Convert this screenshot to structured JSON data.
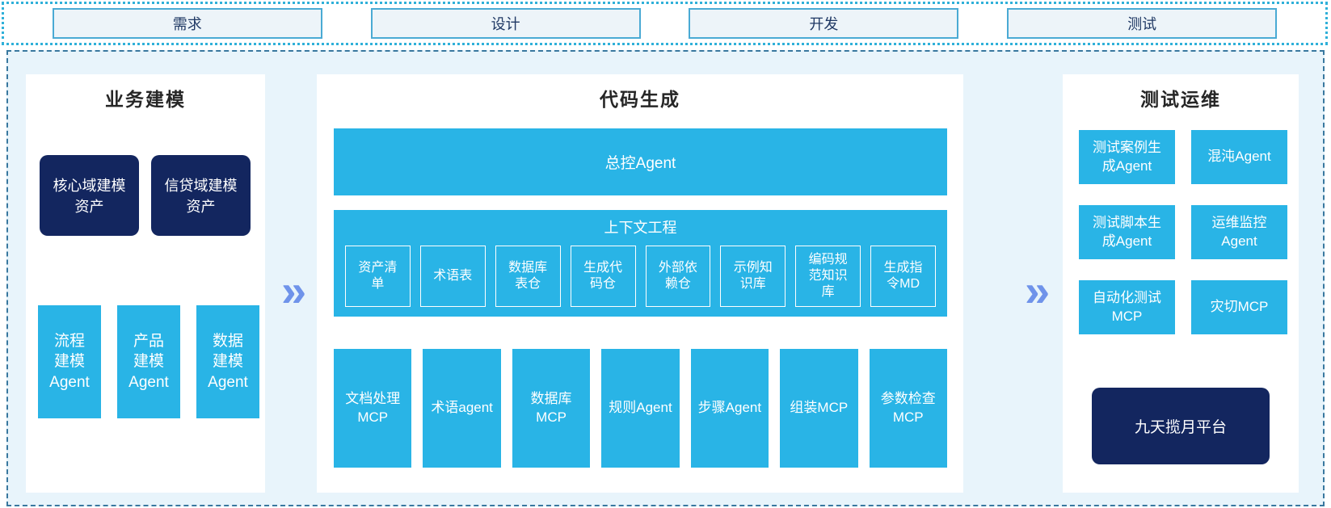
{
  "phases": [
    {
      "label": "需求"
    },
    {
      "label": "设计"
    },
    {
      "label": "开发"
    },
    {
      "label": "测试"
    }
  ],
  "sections": {
    "business_modeling": {
      "title": "业务建模",
      "asset_boxes": [
        {
          "label": "核心域建模\n资产"
        },
        {
          "label": "信贷域建模\n资产"
        }
      ],
      "agent_boxes": [
        {
          "label": "流程\n建模\nAgent"
        },
        {
          "label": "产品\n建模\nAgent"
        },
        {
          "label": "数据\n建模\nAgent"
        }
      ]
    },
    "code_generation": {
      "title": "代码生成",
      "master_agent": "总控Agent",
      "context_engineering": {
        "title": "上下文工程",
        "items": [
          {
            "label": "资产清\n单"
          },
          {
            "label": "术语表"
          },
          {
            "label": "数据库\n表仓"
          },
          {
            "label": "生成代\n码仓"
          },
          {
            "label": "外部依\n赖仓"
          },
          {
            "label": "示例知\n识库"
          },
          {
            "label": "编码规\n范知识\n库"
          },
          {
            "label": "生成指\n令MD"
          }
        ]
      },
      "mcp_row": [
        {
          "label": "文档处理\nMCP"
        },
        {
          "label": "术语agent"
        },
        {
          "label": "数据库\nMCP"
        },
        {
          "label": "规则Agent"
        },
        {
          "label": "步骤Agent"
        },
        {
          "label": "组装MCP"
        },
        {
          "label": "参数检查\nMCP"
        }
      ]
    },
    "test_ops": {
      "title": "测试运维",
      "boxes": [
        {
          "label": "测试案例生\n成Agent"
        },
        {
          "label": "混沌Agent"
        },
        {
          "label": "测试脚本生\n成Agent"
        },
        {
          "label": "运维监控\nAgent"
        },
        {
          "label": "自动化测试\nMCP"
        },
        {
          "label": "灾切MCP"
        }
      ],
      "platform": "九天揽月平台"
    }
  },
  "icons": {
    "flow_arrow": "»"
  },
  "colors": {
    "cyan_box": "#29b4e6",
    "navy_box": "#13265f",
    "arrow": "#6f93ea",
    "main_background": "#e8f4fb",
    "phase_box_background": "#edf4f9",
    "phase_box_border": "#4aaad4",
    "dotted_border": "#2fb0d9",
    "dashed_border": "#39789f"
  }
}
